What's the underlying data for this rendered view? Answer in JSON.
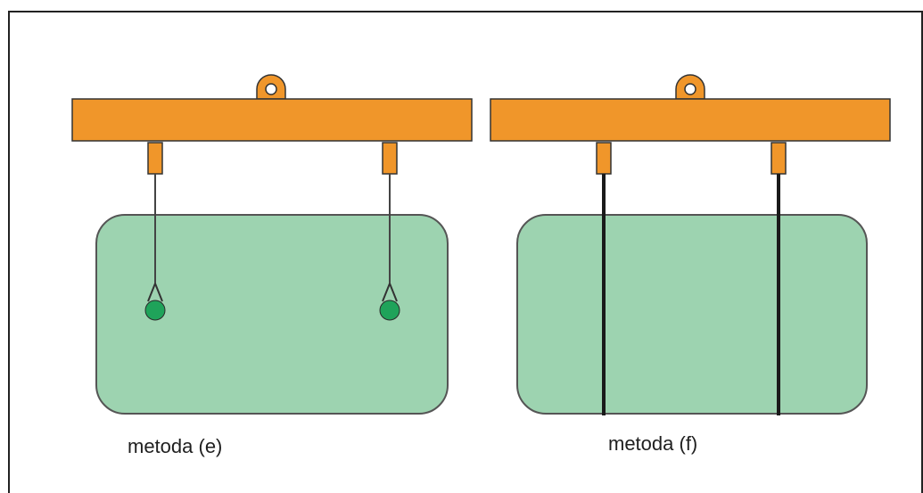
{
  "colors": {
    "beam": "#F0962A",
    "beam_outline": "#333333",
    "load": "#9DD3B0",
    "load_outline": "#555555",
    "lifting_point": "#1FA35A",
    "frame": "#222222"
  },
  "diagrams": [
    {
      "caption": "metoda (e)",
      "attachment": "lifting-points-on-load"
    },
    {
      "caption": "metoda (f)",
      "attachment": "lines-through-load"
    }
  ]
}
